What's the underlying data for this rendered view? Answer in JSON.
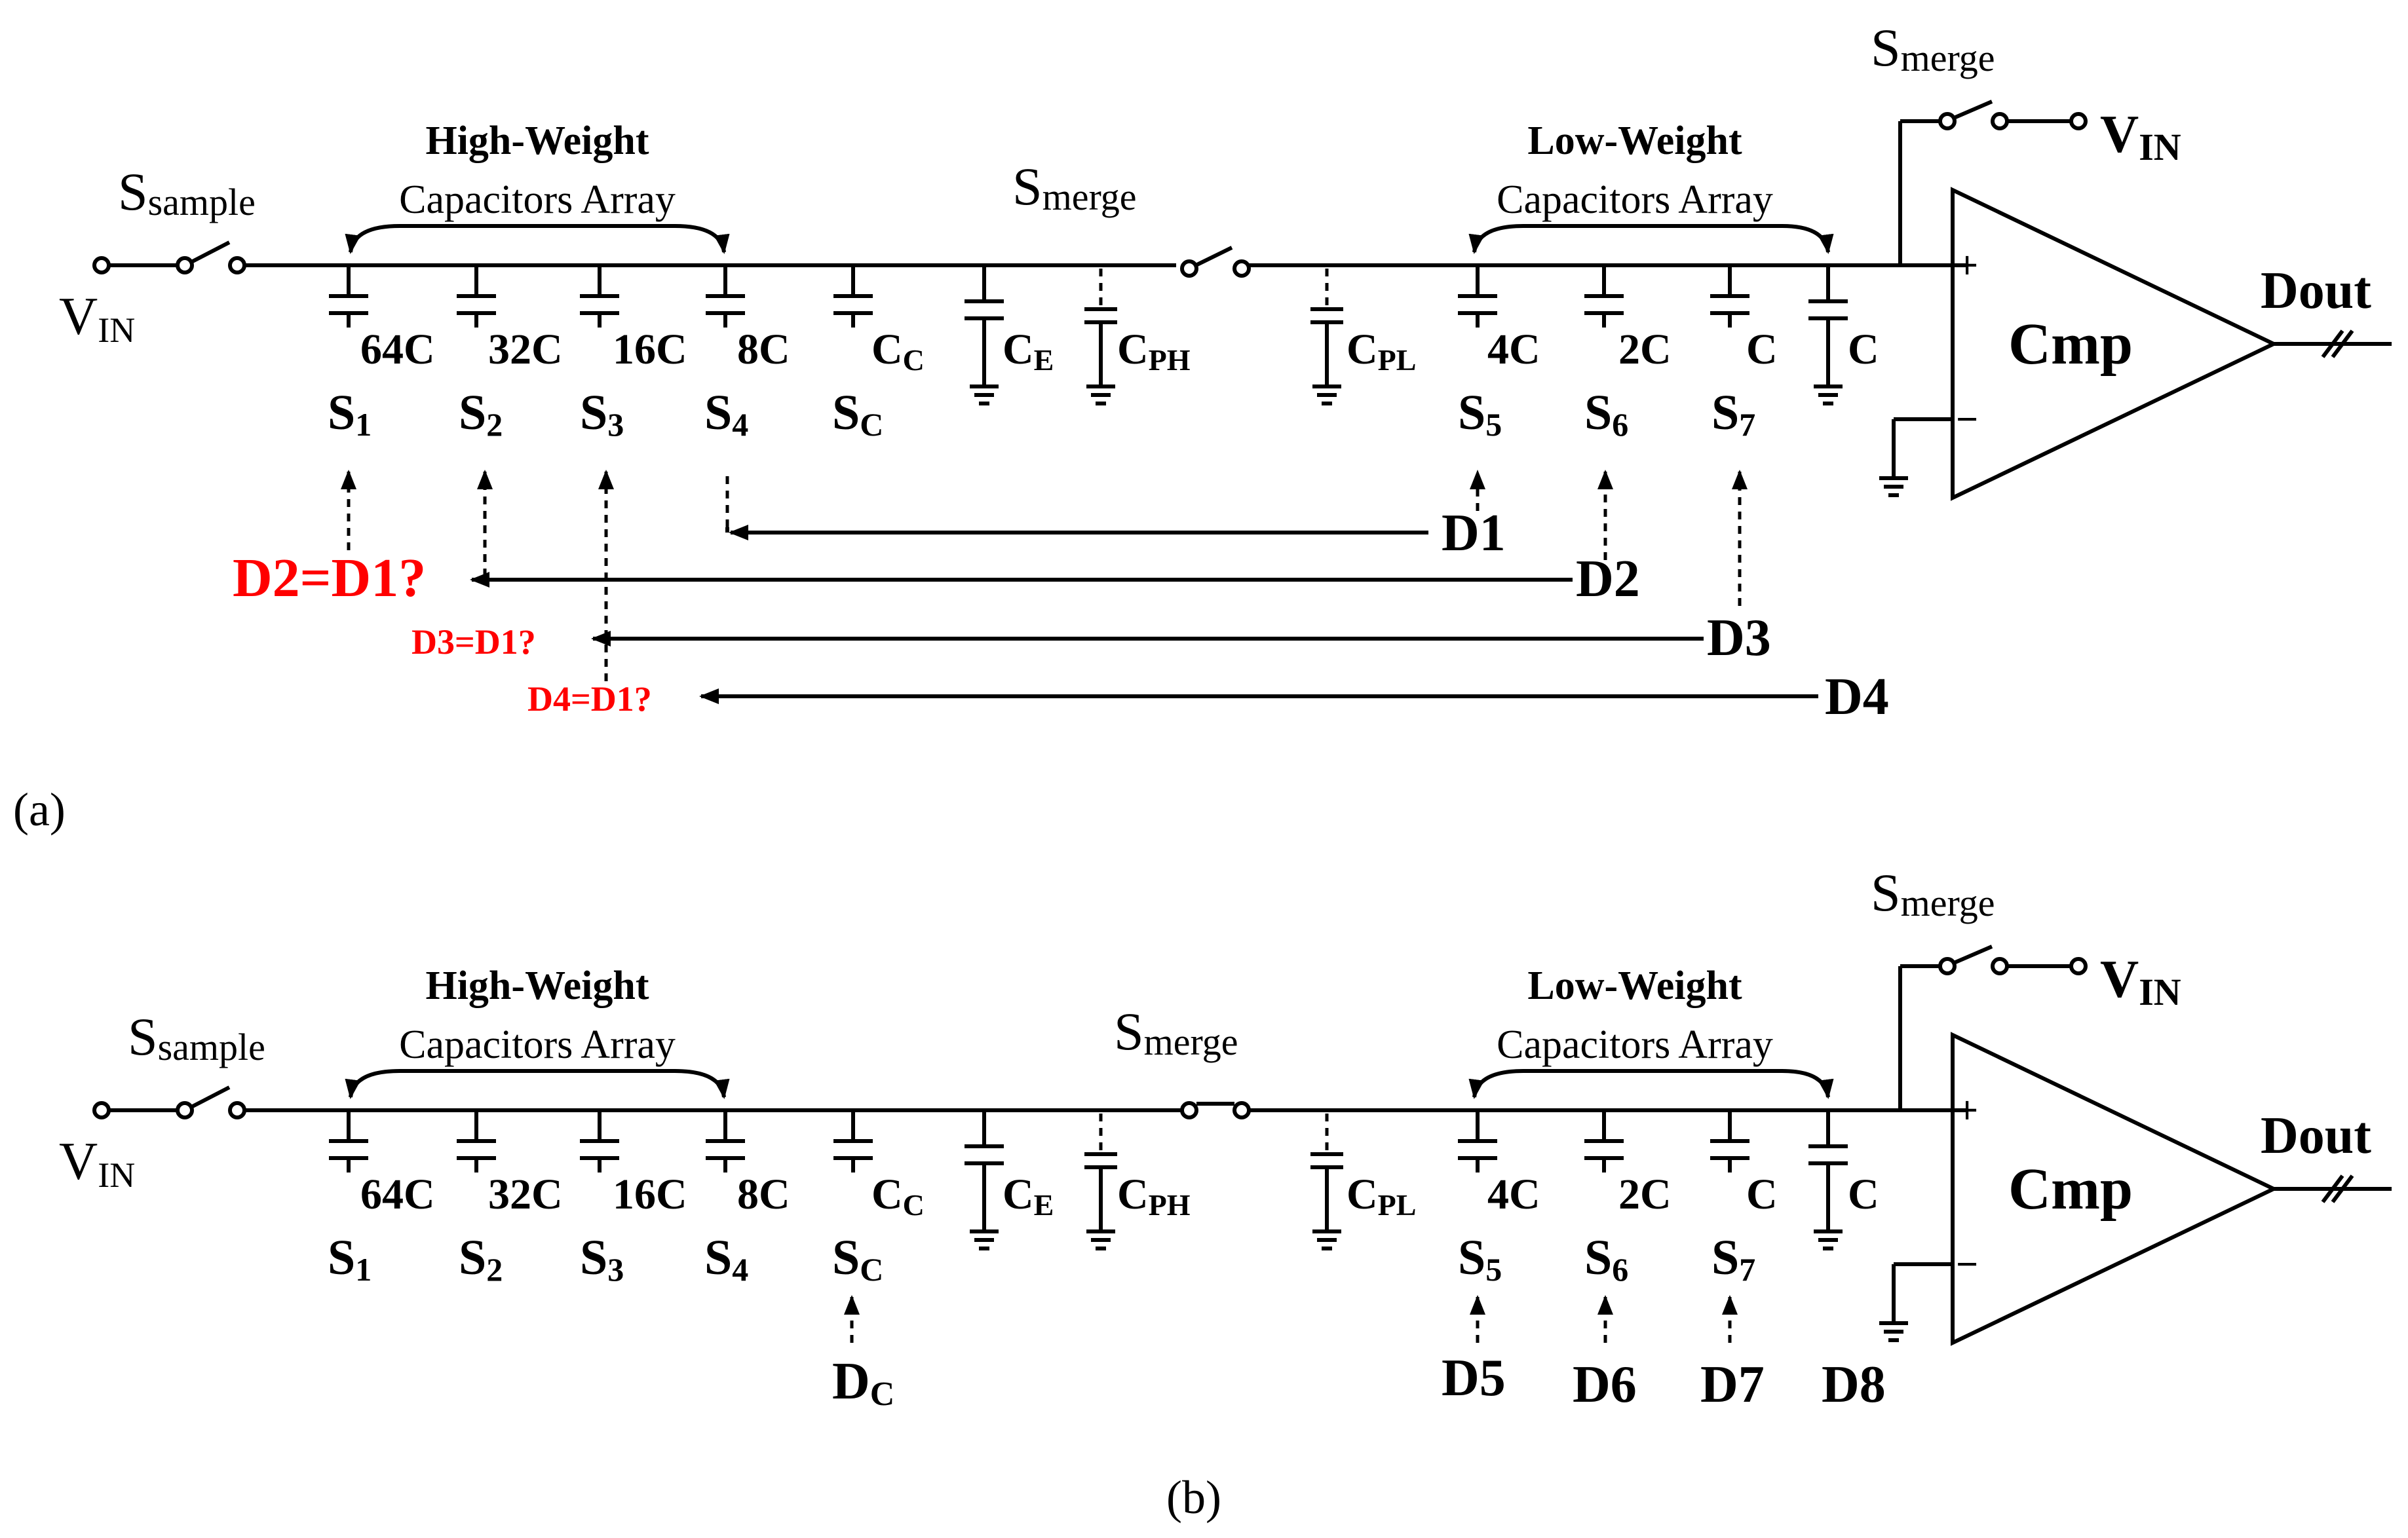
{
  "panels": [
    {
      "caption": "(a)",
      "vin_label": "V",
      "vin_sub": "IN",
      "s_sample": "S",
      "s_sample_sub": "sample",
      "s_merge": "S",
      "s_merge_sub": "merge",
      "s_merge_top": "S",
      "s_merge_top_sub": "merge",
      "vin_top": "V",
      "vin_top_sub": "IN",
      "high_array_l1": "High-Weight",
      "high_array_l2": "Capacitors Array",
      "low_array_l1": "Low-Weight",
      "low_array_l2": "Capacitors Array",
      "cmp": "Cmp",
      "dout": "Dout",
      "plus": "+",
      "minus": "−",
      "caps": {
        "c64": "64C",
        "c32": "32C",
        "c16": "16C",
        "c8": "8C",
        "cc": "C",
        "cc_sub": "C",
        "ce": "C",
        "ce_sub": "E",
        "cph": "C",
        "cph_sub": "PH",
        "cpl": "C",
        "cpl_sub": "PL",
        "c4": "4C",
        "c2": "2C",
        "c1": "C",
        "c1b": "C"
      },
      "switches": {
        "s1": "S",
        "s1_sub": "1",
        "s2": "S",
        "s2_sub": "2",
        "s3": "S",
        "s3_sub": "3",
        "s4": "S",
        "s4_sub": "4",
        "sc": "S",
        "sc_sub": "C",
        "s5": "S",
        "s5_sub": "5",
        "s6": "S",
        "s6_sub": "6",
        "s7": "S",
        "s7_sub": "7"
      },
      "decisions": {
        "d1": "D1",
        "d2": "D2",
        "d3": "D3",
        "d4": "D4",
        "q2": "D2=D1?",
        "q3": "D3=D1?",
        "q4": "D4=D1?"
      }
    },
    {
      "caption": "(b)",
      "vin_label": "V",
      "vin_sub": "IN",
      "s_sample": "S",
      "s_sample_sub": "sample",
      "s_merge": "S",
      "s_merge_sub": "merge",
      "s_merge_top": "S",
      "s_merge_top_sub": "merge",
      "vin_top": "V",
      "vin_top_sub": "IN",
      "high_array_l1": "High-Weight",
      "high_array_l2": "Capacitors Array",
      "low_array_l1": "Low-Weight",
      "low_array_l2": "Capacitors Array",
      "cmp": "Cmp",
      "dout": "Dout",
      "plus": "+",
      "minus": "−",
      "caps": {
        "c64": "64C",
        "c32": "32C",
        "c16": "16C",
        "c8": "8C",
        "cc": "C",
        "cc_sub": "C",
        "ce": "C",
        "ce_sub": "E",
        "cph": "C",
        "cph_sub": "PH",
        "cpl": "C",
        "cpl_sub": "PL",
        "c4": "4C",
        "c2": "2C",
        "c1": "C",
        "c1b": "C"
      },
      "switches": {
        "s1": "S",
        "s1_sub": "1",
        "s2": "S",
        "s2_sub": "2",
        "s3": "S",
        "s3_sub": "3",
        "s4": "S",
        "s4_sub": "4",
        "sc": "S",
        "sc_sub": "C",
        "s5": "S",
        "s5_sub": "5",
        "s6": "S",
        "s6_sub": "6",
        "s7": "S",
        "s7_sub": "7"
      },
      "decisions": {
        "dc": "D",
        "dc_sub": "C",
        "d5": "D5",
        "d6": "D6",
        "d7": "D7",
        "d8": "D8"
      }
    }
  ]
}
